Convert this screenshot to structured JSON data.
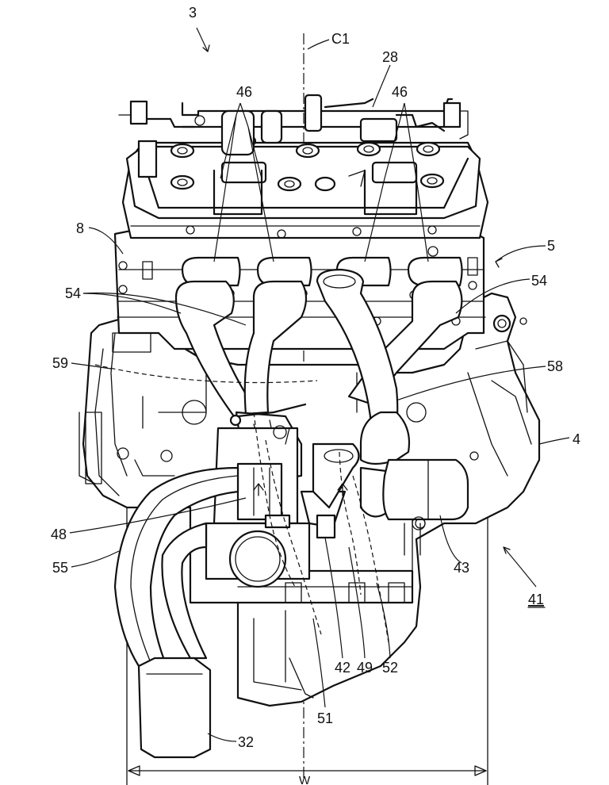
{
  "labels": {
    "ref_3": "3",
    "c1": "C1",
    "ref_28": "28",
    "ref_46a": "46",
    "ref_46b": "46",
    "ref_8": "8",
    "ref_5": "5",
    "ref_54a": "54",
    "ref_54b": "54",
    "ref_59": "59",
    "ref_58": "58",
    "ref_4": "4",
    "ref_48": "48",
    "ref_55": "55",
    "ref_43": "43",
    "ref_41": "41",
    "ref_42": "42",
    "ref_49": "49",
    "ref_52": "52",
    "ref_51": "51",
    "ref_32": "32",
    "dim_w": "W"
  }
}
